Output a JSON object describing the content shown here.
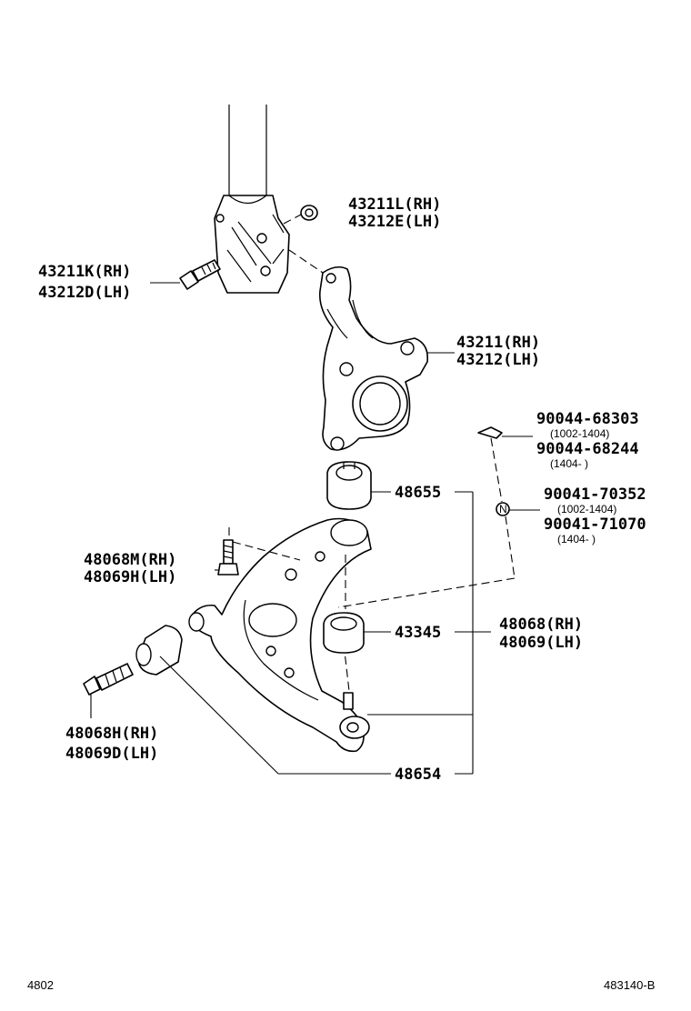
{
  "labels": {
    "strut_nut": [
      "43211L(RH)",
      "43212E(LH)"
    ],
    "strut_bolt": [
      "43211K(RH)",
      "43212D(LH)"
    ],
    "knuckle": [
      "43211(RH)",
      "43212(LH)"
    ],
    "clip_a": "90044-68303",
    "clip_a_date": "(1002-1404)",
    "clip_b": "90044-68244",
    "clip_b_date": "(1404-      )",
    "grommet_a": "90041-70352",
    "grommet_a_date": "(1002-1404)",
    "grommet_b": "90041-71070",
    "grommet_b_date": "(1404-      )",
    "bushing_front": "48655",
    "arm_bolt_rear": [
      "48068M(RH)",
      "48069H(LH)"
    ],
    "bushing_rear": "43345",
    "arm_assy": [
      "48068(RH)",
      "48069(LH)"
    ],
    "arm_bolt_front": [
      "48068H(RH)",
      "48069D(LH)"
    ],
    "bushing_rear2": "48654",
    "notch": "N"
  },
  "footer": {
    "left": "4802",
    "right": "483140-B"
  }
}
